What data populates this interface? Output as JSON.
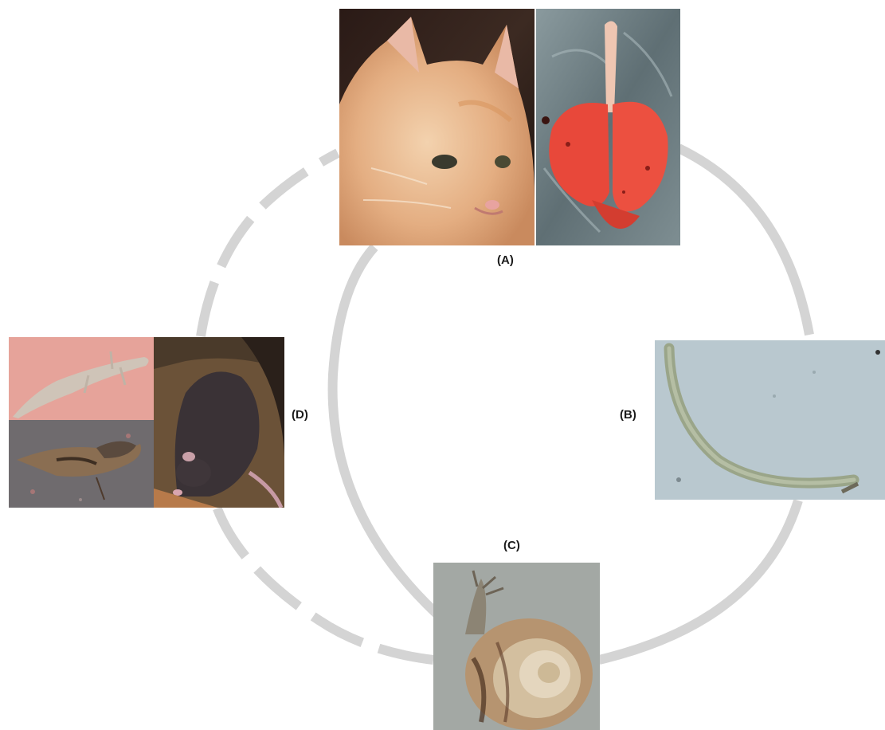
{
  "labels": {
    "a": "(A)",
    "b": "(B)",
    "c": "(C)",
    "d": "(D)"
  },
  "colors": {
    "cycle_arc": "#d2d2d2",
    "cycle_arc_edge": "#bdbdbd",
    "label_text": "#1a1a1a"
  },
  "panels": [
    "cat-photo",
    "cat-lungs-photo",
    "first-stage-larva-micrograph",
    "snail-photo",
    "lizard-photo",
    "sparrow-photo",
    "rat-photo"
  ]
}
